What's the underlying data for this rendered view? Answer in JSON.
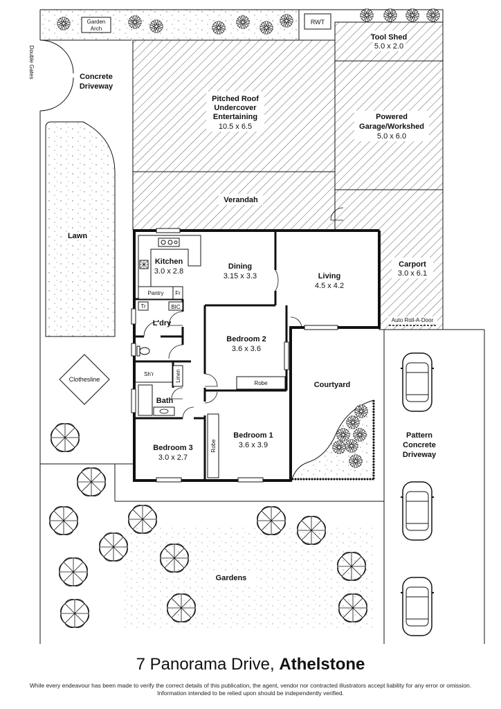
{
  "plan": {
    "labels": {
      "garden_arch": [
        "Garden",
        "Arch"
      ],
      "rwt": "RWT",
      "tool_shed": {
        "name": "Tool Shed",
        "size": "5.0 x 2.0"
      },
      "double_gates": "Double Gates",
      "concrete_driveway": [
        "Concrete",
        "Driveway"
      ],
      "entertaining": {
        "name": [
          "Pitched Roof",
          "Undercover",
          "Entertaining"
        ],
        "size": "10.5 x 6.5"
      },
      "garage": {
        "name": [
          "Powered",
          "Garage/Workshed"
        ],
        "size": "5.0 x 6.0"
      },
      "verandah": "Verandah",
      "lawn": "Lawn",
      "kitchen": {
        "name": "Kitchen",
        "size": "3.0 x 2.8"
      },
      "dining": {
        "name": "Dining",
        "size": "3.15 x 3.3"
      },
      "living": {
        "name": "Living",
        "size": "4.5 x 4.2"
      },
      "carport": {
        "name": "Carport",
        "size": "3.0 x 6.1"
      },
      "pantry": "Pantry",
      "fr": "Fr",
      "tr": "Tr",
      "bic": "BIC",
      "laundry": "L'dry",
      "auto_door": "Auto Roll-A-Door",
      "bedroom2": {
        "name": "Bedroom 2",
        "size": "3.6 x 3.6"
      },
      "clothesline": "Clothesline",
      "shower": "Sh'r",
      "linen": "Linen",
      "robe": "Robe",
      "courtyard": "Courtyard",
      "bath": "Bath",
      "bedroom1": {
        "name": "Bedroom 1",
        "size": "3.6 x 3.9"
      },
      "bedroom3": {
        "name": "Bedroom 3",
        "size": "3.0 x 2.7"
      },
      "pattern_driveway": [
        "Pattern",
        "Concrete",
        "Driveway"
      ],
      "gardens": "Gardens"
    }
  },
  "footer": {
    "address": "7 Panorama Drive, ",
    "suburb": "Athelstone",
    "disclaimer": "While every endeavour has been made to verify the correct details of this publication, the agent, vendor nor contracted illustrators accept liability for any error or omission. Information intended to be relied upon should be independently verified."
  }
}
